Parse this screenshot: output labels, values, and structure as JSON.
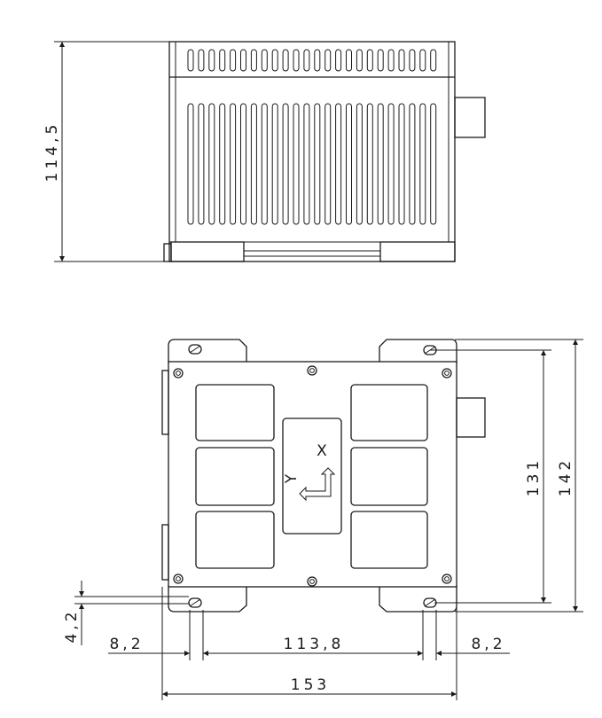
{
  "dimensions": {
    "side_height": "114,5",
    "hole_offset_y": "4,2",
    "left_offset": "8,2",
    "hole_spacing": "113,8",
    "right_offset": "8,2",
    "overall_width": "153",
    "hole_spacing_y": "131",
    "overall_height": "142"
  },
  "axis_labels": {
    "x": "X",
    "y": "Y"
  }
}
